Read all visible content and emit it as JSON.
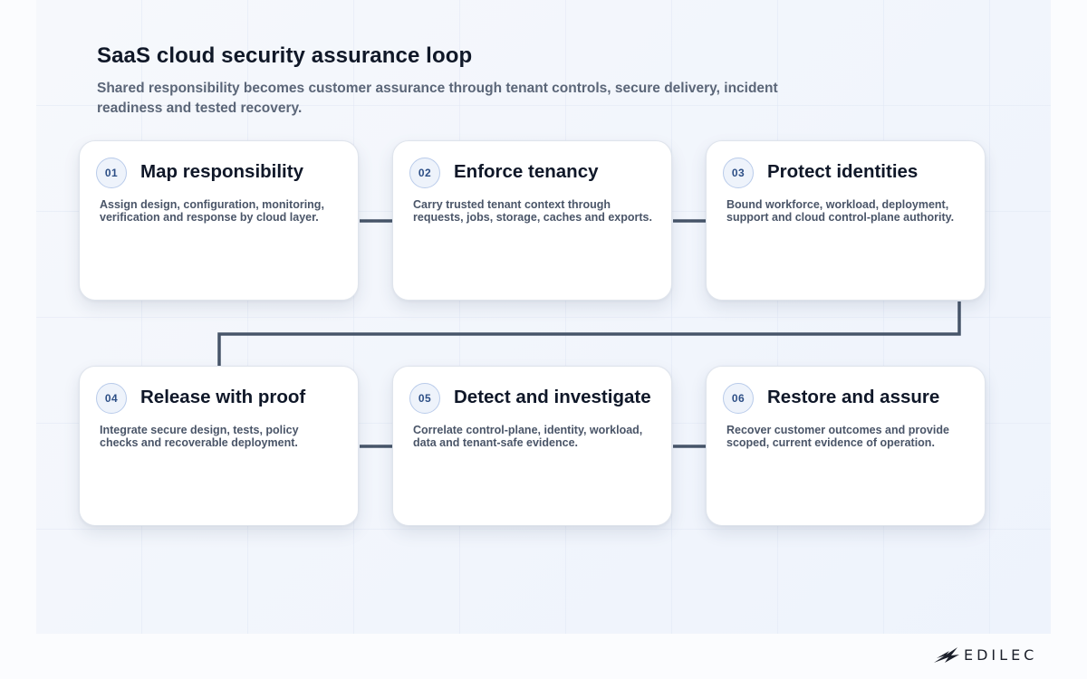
{
  "header": {
    "title": "SaaS cloud security assurance loop",
    "subtitle": "Shared responsibility becomes customer assurance through tenant controls, secure delivery, incident readiness and tested recovery."
  },
  "steps": [
    {
      "number": "01",
      "title": "Map responsibility",
      "description": "Assign design, configuration, monitoring, verification and response by cloud layer."
    },
    {
      "number": "02",
      "title": "Enforce tenancy",
      "description": "Carry trusted tenant context through requests, jobs, storage, caches and exports."
    },
    {
      "number": "03",
      "title": "Protect identities",
      "description": "Bound workforce, workload, deployment, support and cloud control-plane authority."
    },
    {
      "number": "04",
      "title": "Release with proof",
      "description": "Integrate secure design, tests, policy checks and recoverable deployment."
    },
    {
      "number": "05",
      "title": "Detect and investigate",
      "description": "Correlate control-plane, identity, workload, data and tenant-safe evidence."
    },
    {
      "number": "06",
      "title": "Restore and assure",
      "description": "Recover customer outcomes and provide scoped, current evidence of operation."
    }
  ],
  "brand": {
    "name": "EDILEC",
    "icon": "edilec-wing-logo-icon"
  },
  "colors": {
    "connector": "#475569",
    "badge_text": "#2d4f86",
    "badge_border": "#b9cbea",
    "title_text": "#101828",
    "body_text": "#4a5568"
  }
}
